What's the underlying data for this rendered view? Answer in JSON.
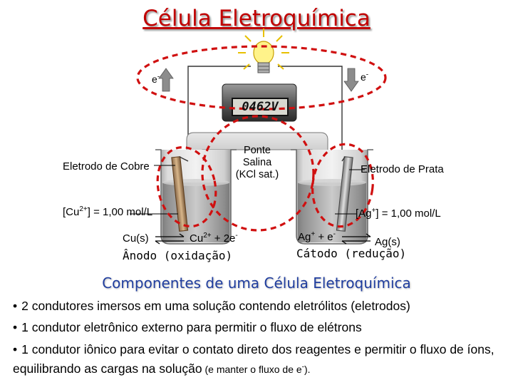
{
  "title": "Célula Eletroquímica",
  "display": {
    "voltage": "0462V"
  },
  "electrons": {
    "left": "e",
    "right": "e",
    "sup": "-"
  },
  "labels": {
    "copper_electrode": "Eletrodo de Cobre",
    "silver_electrode": "Eletrodo de Prata",
    "salt_bridge_line1": "Ponte",
    "salt_bridge_line2": "Salina",
    "salt_bridge_line3": "(KCl sat.)"
  },
  "concentrations": {
    "copper_pre": "[Cu",
    "copper_sup": "2+",
    "copper_post": "] = 1,00 mol/L",
    "silver_pre": "[Ag",
    "silver_sup": "+",
    "silver_post": "] = 1,00 mol/L"
  },
  "reactions": {
    "anode_left": "Cu(s)",
    "anode_right_pre": "Cu",
    "anode_right_sup": "2+",
    "anode_right_mid": " + 2e",
    "anode_right_sup2": "-",
    "anode_caption": "Ânodo (oxidação)",
    "cathode_left_pre": "Ag",
    "cathode_left_sup": "+",
    "cathode_left_mid": " + e",
    "cathode_left_sup2": "-",
    "cathode_right": "Ag(s)",
    "cathode_caption": "Cátodo (redução)"
  },
  "subtitle": "Componentes de uma Célula Eletroquímica",
  "bullets": [
    {
      "marker": "•",
      "text": "2 condutores imersos em uma solução contendo eletrólitos (eletrodos)"
    },
    {
      "marker": "•",
      "text": "1 condutor eletrônico externo para permitir o fluxo de elétrons"
    },
    {
      "marker": "•",
      "text": "1 condutor iônico para evitar o contato direto dos reagentes e permitir o fluxo de íons, equilibrando as cargas na solução",
      "suffix_pre": " (e manter o fluxo de e",
      "suffix_sup": "-",
      "suffix_post": ")."
    }
  ],
  "colors": {
    "title": "#c00000",
    "subtitle": "#1f3d9e",
    "highlight": "#d01010"
  }
}
